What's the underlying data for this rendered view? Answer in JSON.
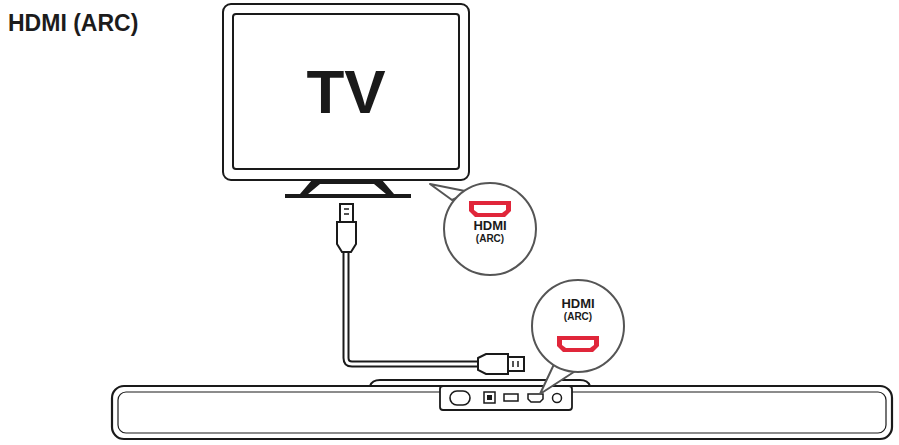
{
  "diagram": {
    "title": "HDMI (ARC)",
    "nodes": [
      {
        "text": [
          "TV"
        ]
      },
      {
        "text": [
          "HDMI",
          "(ARC)"
        ]
      },
      {
        "text": [
          "HDMI",
          "(ARC)"
        ]
      }
    ]
  }
}
